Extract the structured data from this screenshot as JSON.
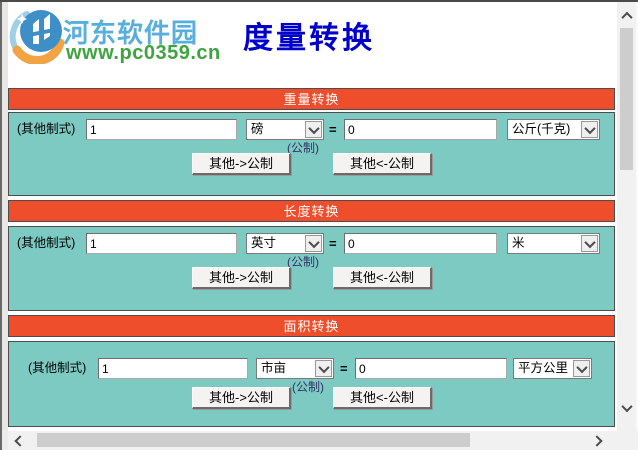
{
  "brand": {
    "name": "河东软件园",
    "url": "www.pc0359.cn"
  },
  "page_title": "度量转换",
  "labels": {
    "other_system": "(其他制式)",
    "metric": "(公制)",
    "equals": "="
  },
  "buttons": {
    "other_to_metric": "其他->公制",
    "other_from_metric": "其他<-公制"
  },
  "sections": [
    {
      "title": "重量转换",
      "other_value": "1",
      "other_unit": "磅",
      "metric_value": "0",
      "metric_unit": "公斤(千克)"
    },
    {
      "title": "长度转换",
      "other_value": "1",
      "other_unit": "英寸",
      "metric_value": "0",
      "metric_unit": "米"
    },
    {
      "title": "面积转换",
      "other_value": "1",
      "other_unit": "市亩",
      "metric_value": "0",
      "metric_unit": "平方公里"
    }
  ],
  "colors": {
    "section_header_bg": "#ee4e2b",
    "section_body_bg": "#7ccac2",
    "page_title_blue": "#0000cc",
    "brand_blue": "#58aedc",
    "brand_green": "#3fa43f",
    "metric_label": "#333366"
  }
}
